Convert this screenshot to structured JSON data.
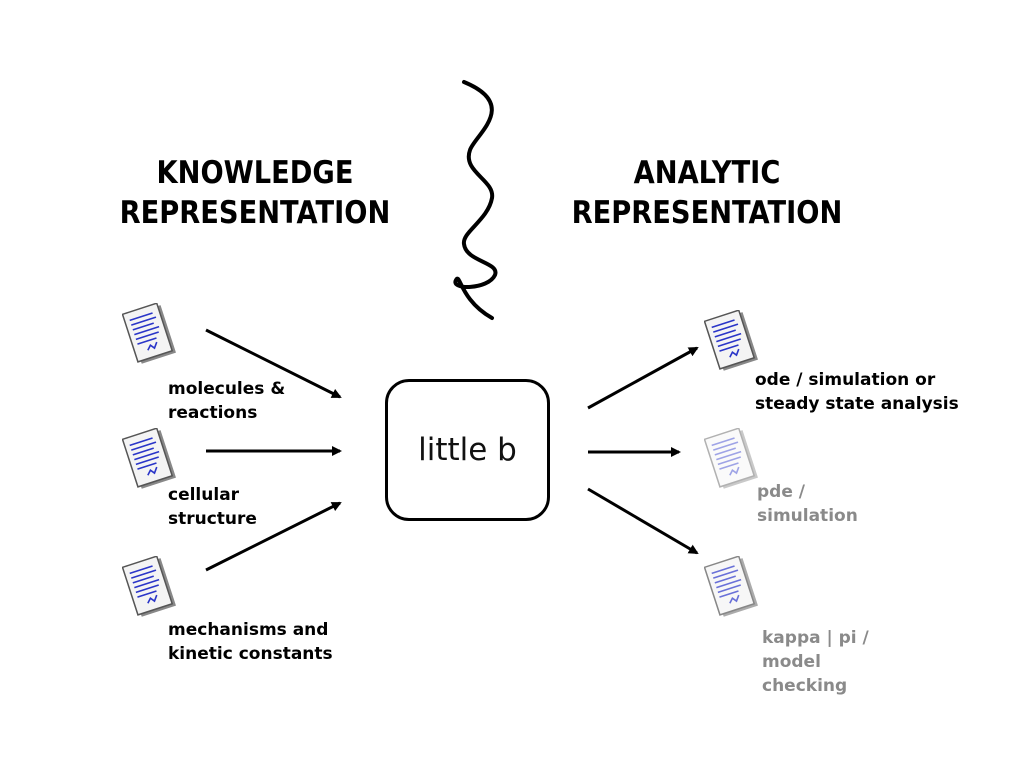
{
  "headings": {
    "left": [
      "KNOWLEDGE",
      "REPRESENTATION"
    ],
    "right": [
      "ANALYTIC",
      "REPRESENTATION"
    ]
  },
  "center": {
    "label": "little b"
  },
  "inputs": [
    {
      "lines": [
        "molecules &",
        "reactions"
      ]
    },
    {
      "lines": [
        "cellular",
        "structure"
      ]
    },
    {
      "lines": [
        "mechanisms and",
        "kinetic constants"
      ]
    }
  ],
  "outputs": [
    {
      "lines": [
        "ode / simulation or",
        "steady state analysis"
      ],
      "active": true
    },
    {
      "lines": [
        "pde /",
        "simulation"
      ],
      "active": false
    },
    {
      "lines": [
        "kappa | pi /",
        "model",
        "checking"
      ],
      "active": false
    }
  ],
  "colors": {
    "text": "#000000",
    "muted_text": "#8a8a8a",
    "document_lines": "#2a35c8",
    "document_paper": "#f4f4f4"
  },
  "icons": [
    "document-icon",
    "squiggle-divider",
    "arrow"
  ]
}
